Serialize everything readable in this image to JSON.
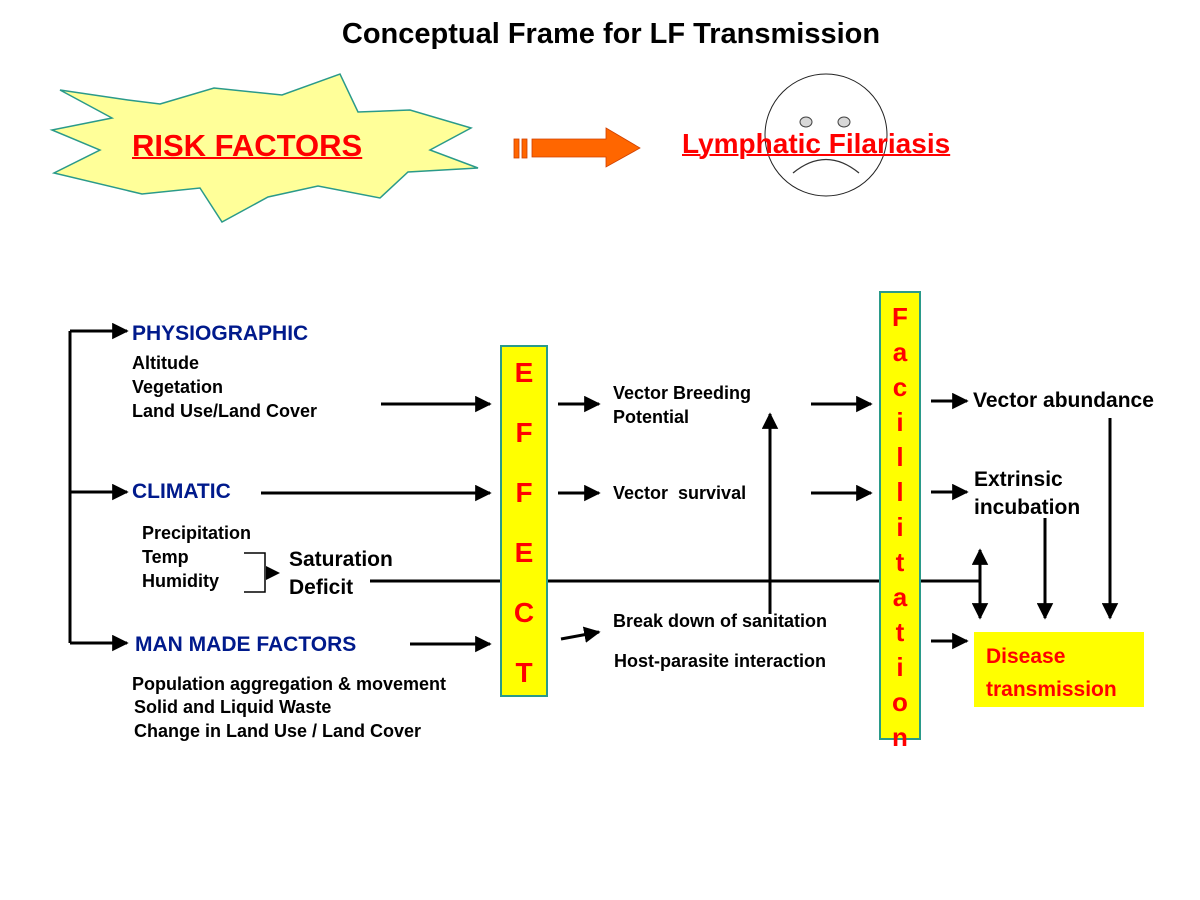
{
  "title": "Conceptual Frame for LF Transmission",
  "top": {
    "risk_factors": "RISK FACTORS",
    "lymphatic_filariasis": "Lymphatic Filariasis"
  },
  "left": {
    "physiographic": {
      "heading": "PHYSIOGRAPHIC",
      "items": [
        "Altitude",
        "Vegetation",
        "Land Use/Land Cover"
      ]
    },
    "climatic": {
      "heading": "CLIMATIC",
      "items": [
        "Precipitation",
        "Temp",
        "Humidity"
      ],
      "saturation": [
        "Saturation",
        "Deficit"
      ]
    },
    "man_made": {
      "heading": "MAN MADE FACTORS",
      "items": [
        "Population aggregation & movement",
        "Solid and Liquid Waste",
        "Change in Land Use / Land Cover"
      ]
    }
  },
  "effect": {
    "letters": [
      "E",
      "F",
      "F",
      "E",
      "C",
      "T"
    ]
  },
  "middle": {
    "vector_breeding": [
      "Vector Breeding",
      "Potential"
    ],
    "vector_survival": "Vector  survival",
    "break_down": "Break down of sanitation",
    "host_parasite": "Host-parasite interaction"
  },
  "facilitation": {
    "letters": [
      "F",
      "a",
      "c",
      "i",
      "l",
      "l",
      "i",
      "t",
      "a",
      "t",
      "i",
      "o",
      "n"
    ]
  },
  "right": {
    "vector_abundance": "Vector abundance",
    "extrinsic_incubation": [
      "Extrinsic",
      "incubation"
    ],
    "disease_transmission": [
      "Disease",
      "transmission"
    ]
  },
  "colors": {
    "title": "#000000",
    "risk": "#ff0000",
    "heading_blue": "#001a8c",
    "box_yellow": "#ffff00",
    "box_border": "#2a9a8a",
    "starburst_fill": "#ffff99",
    "starburst_stroke": "#2a9a8a",
    "arrow_orange": "#ff6600"
  }
}
